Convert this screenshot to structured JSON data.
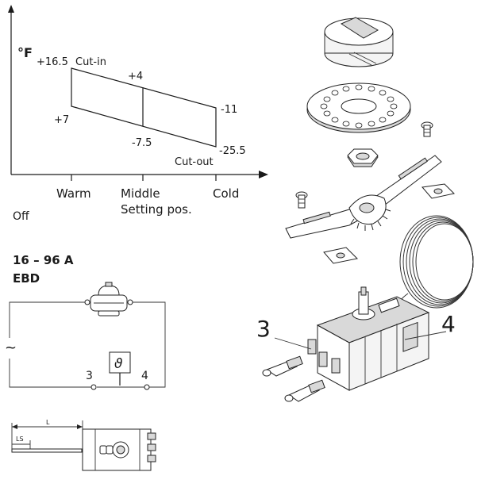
{
  "chart": {
    "unit": "°F",
    "cut_in_label": "Cut-in",
    "cut_out_label": "Cut-out",
    "warm_top": "+16.5",
    "warm_bottom": "+7",
    "middle_top": "+4",
    "middle_bottom": "-7.5",
    "cold_top": "-11",
    "cold_bottom": "-25.5",
    "x_ticks": [
      "Warm",
      "Middle",
      "Cold"
    ],
    "x_sub": "Setting pos.",
    "off_label": "Off"
  },
  "rating": {
    "current": "16 – 96 A",
    "code": "EBD"
  },
  "wiring": {
    "terminal_left": "3",
    "terminal_right": "4",
    "ac_symbol": "~",
    "thermo_symbol": "ϑ"
  },
  "dimension": {
    "length_label": "L",
    "ls_label": "LS"
  },
  "exploded": {
    "terminal_left": "3",
    "terminal_right": "4"
  }
}
